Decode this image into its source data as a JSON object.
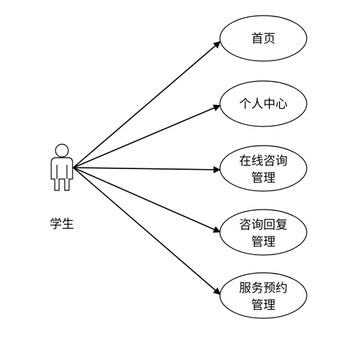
{
  "diagram": {
    "actor": {
      "label": "学生"
    },
    "use_cases": [
      {
        "id": "home",
        "lines": [
          "首页"
        ]
      },
      {
        "id": "personal",
        "lines": [
          "个人中心"
        ]
      },
      {
        "id": "consult",
        "lines": [
          "在线咨询",
          "管理"
        ]
      },
      {
        "id": "reply",
        "lines": [
          "咨询回复",
          "管理"
        ]
      },
      {
        "id": "appointment",
        "lines": [
          "服务预约",
          "管理"
        ]
      }
    ],
    "colors": {
      "stroke": "#000000",
      "fill": "#ffffff",
      "text": "#000000"
    }
  }
}
